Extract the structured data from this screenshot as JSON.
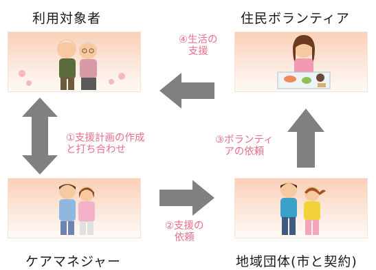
{
  "nodes": {
    "user": "利用対象者",
    "volunteer": "住民ボランティア",
    "care_manager": "ケアマネジャー",
    "group": "地域団体(市と契約)"
  },
  "steps": {
    "step1_line1": "①支援計画の作成",
    "step1_line2": "と打ち合わせ",
    "step2_line1": "②支援の",
    "step2_line2": "依頼",
    "step3_line1": "③ボランティ",
    "step3_line2": "アの依頼",
    "step4_line1": "④生活の",
    "step4_line2": "支援"
  },
  "colors": {
    "arrow": "#808080",
    "label": "#e8708a",
    "panel_top": "#fbd0b8",
    "panel_bottom": "#fffaf6"
  }
}
